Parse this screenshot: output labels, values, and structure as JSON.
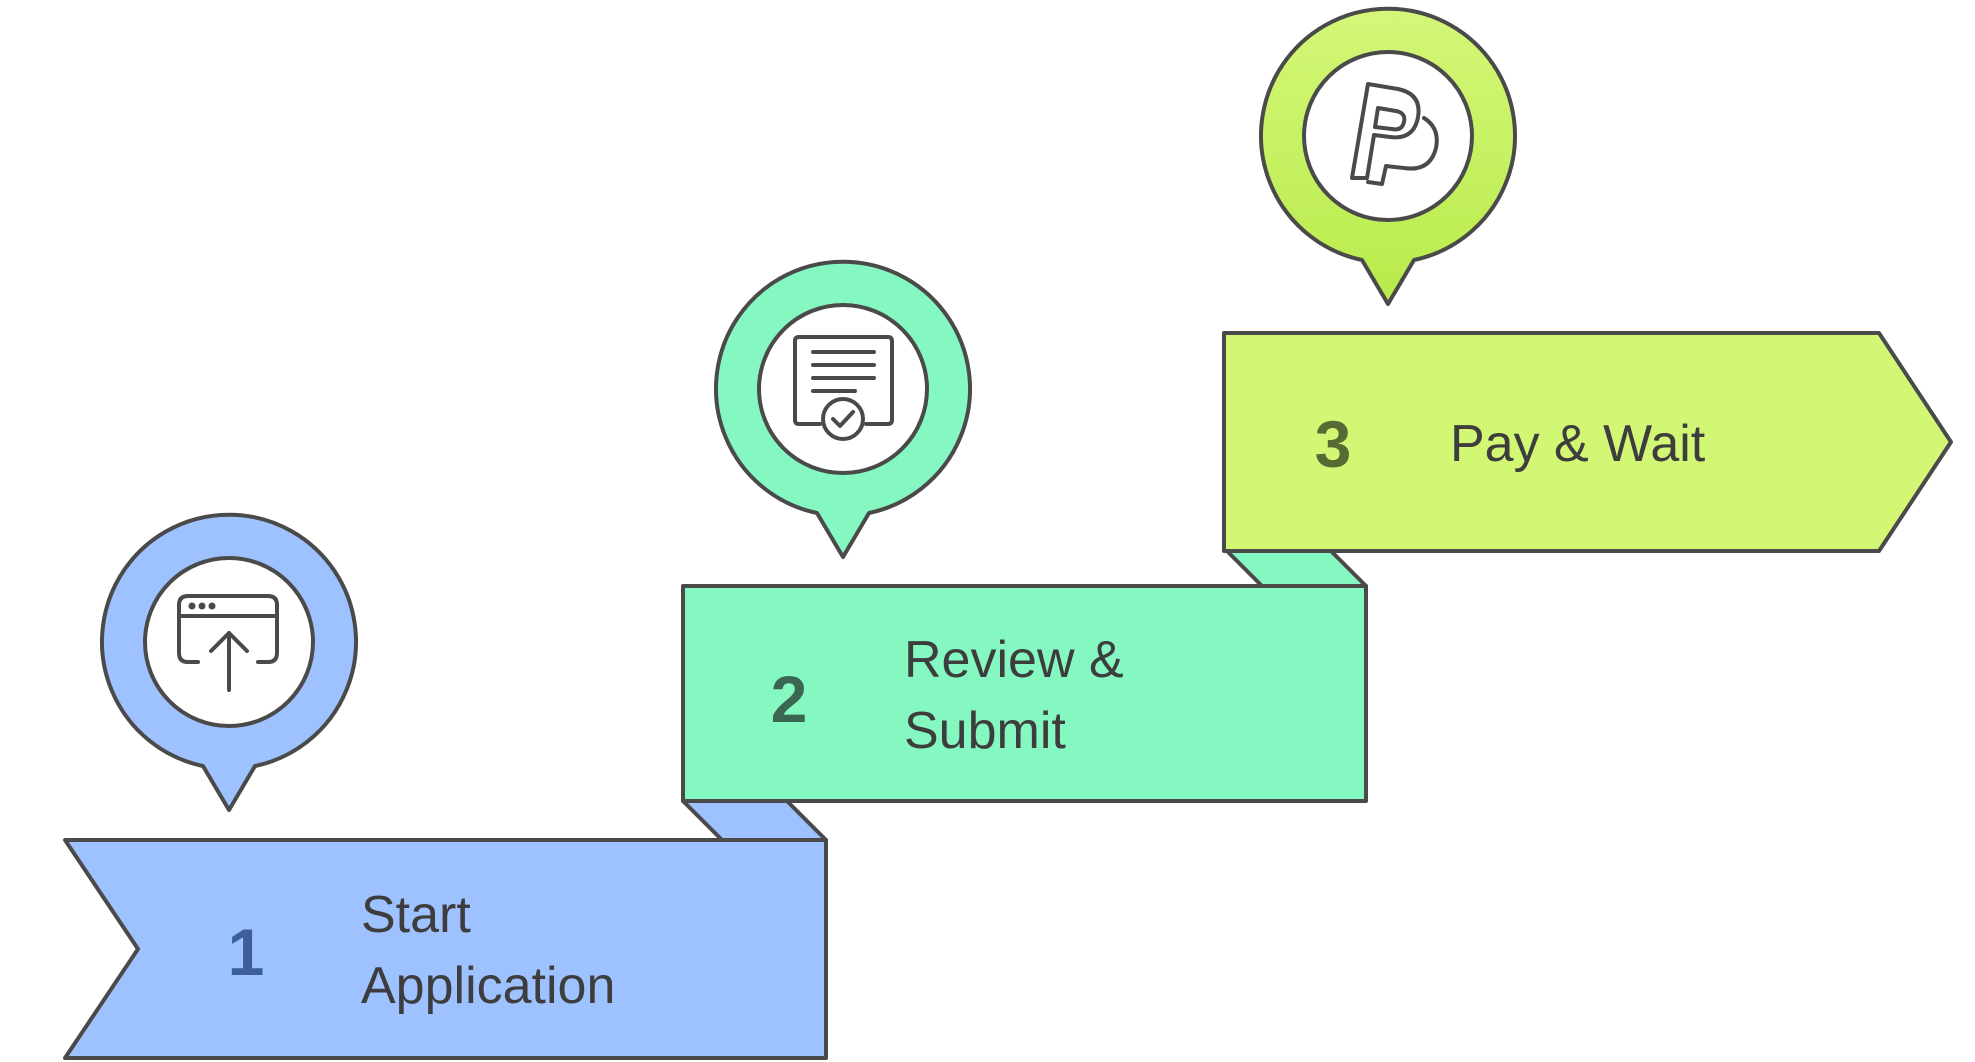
{
  "steps": [
    {
      "number": "1",
      "label_lines": [
        "Start",
        "Application"
      ],
      "icon": "browser-upload-icon",
      "fill": "#9ec2ff",
      "number_color": "#3d5f97"
    },
    {
      "number": "2",
      "label_lines": [
        "Review &",
        "Submit"
      ],
      "icon": "document-check-icon",
      "fill": "#85f8c2",
      "number_color": "#3a6652"
    },
    {
      "number": "3",
      "label_lines": [
        "Pay & Wait"
      ],
      "icon": "paypal-icon",
      "fill": "#d2f774",
      "number_color": "#576a32"
    }
  ],
  "colors": {
    "outline": "#4a4a4a",
    "text": "#3d3d3d",
    "background": "#ffffff"
  }
}
